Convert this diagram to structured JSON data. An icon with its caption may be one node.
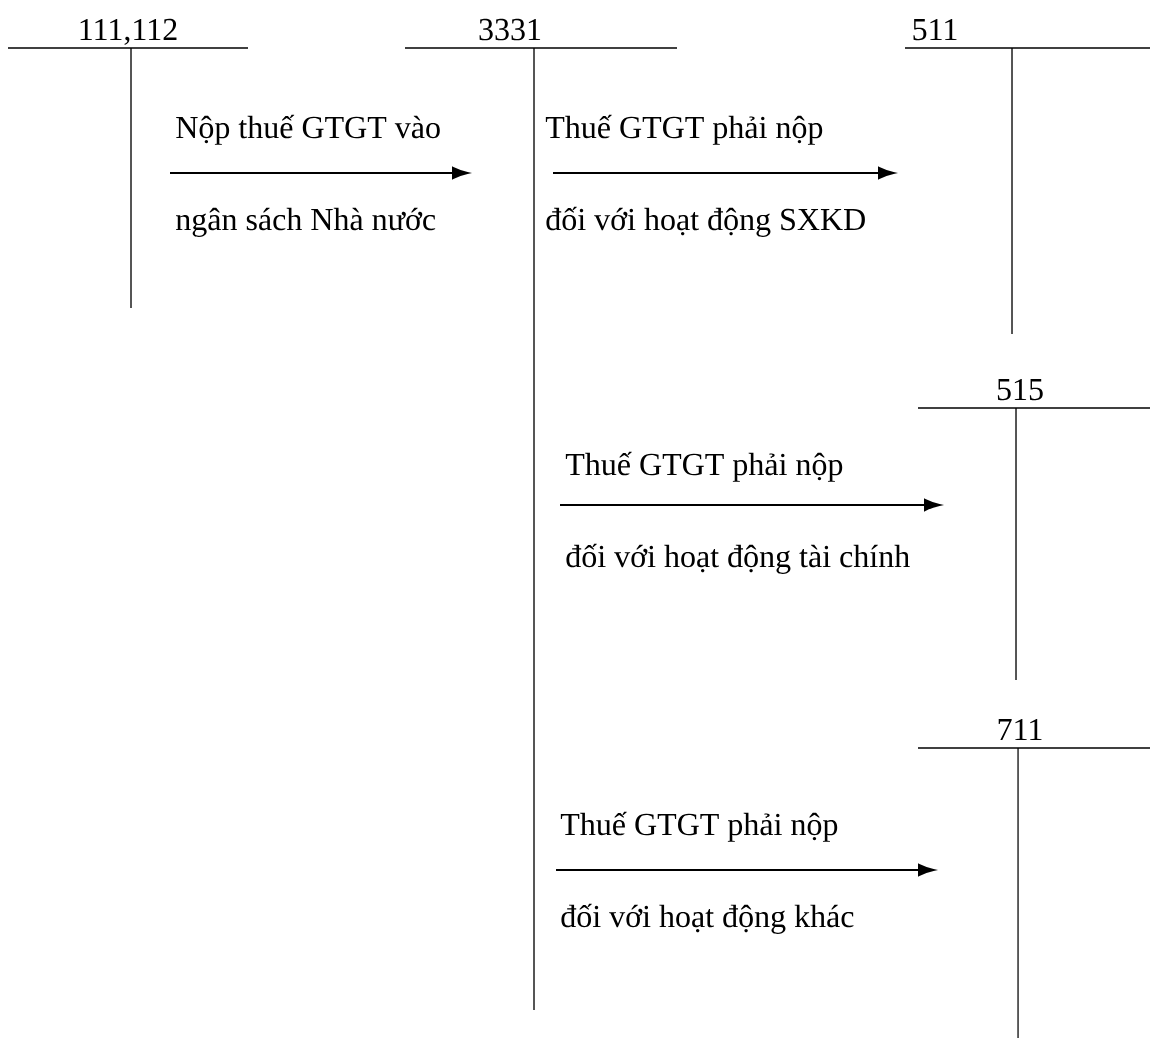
{
  "diagram": {
    "nodes": [
      {
        "text": [
          "111,112"
        ]
      },
      {
        "text": [
          "3331"
        ]
      },
      {
        "text": [
          "511"
        ]
      },
      {
        "text": [
          "515"
        ]
      },
      {
        "text": [
          "711"
        ]
      }
    ],
    "edges": [
      {
        "from": 0,
        "to": 1,
        "arrow": "to",
        "label": "Nộp thuế GTGT vào ngân sách Nhà nước"
      },
      {
        "from": 1,
        "to": 2,
        "arrow": "to",
        "label": "Thuế GTGT phải nộp đối với hoạt động SXKD"
      },
      {
        "from": 1,
        "to": 3,
        "arrow": "to",
        "label": "Thuế GTGT phải nộp đối với hoạt động tài chính"
      },
      {
        "from": 1,
        "to": 4,
        "arrow": "to",
        "label": "Thuế GTGT phải nộp đối với hoạt động khác"
      }
    ]
  }
}
